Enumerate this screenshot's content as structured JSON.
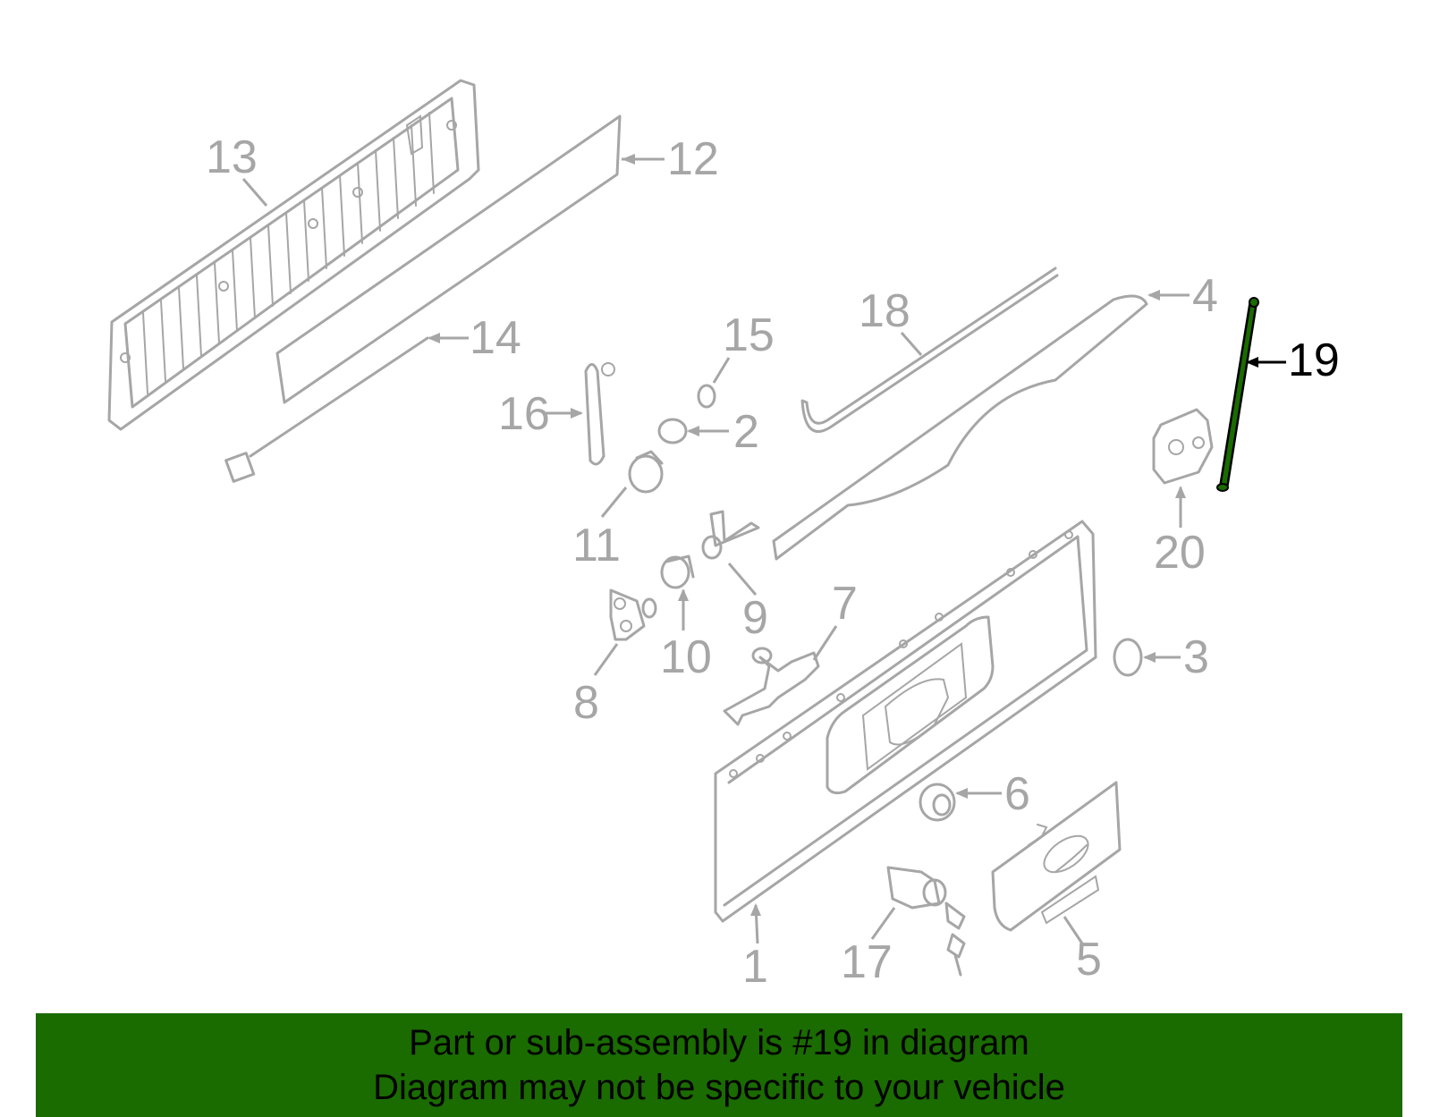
{
  "colors": {
    "part_stroke": "#a6a6a6",
    "highlight_fill": "#1a6b00",
    "highlight_stroke": "#000000",
    "banner_background": "#1a6b00",
    "banner_text": "#000000"
  },
  "callouts": {
    "c1": "1",
    "c2": "2",
    "c3": "3",
    "c4": "4",
    "c5": "5",
    "c6": "6",
    "c7": "7",
    "c8": "8",
    "c9": "9",
    "c10": "10",
    "c11": "11",
    "c12": "12",
    "c13": "13",
    "c14": "14",
    "c15": "15",
    "c16": "16",
    "c17": "17",
    "c18": "18",
    "c19": "19",
    "c20": "20"
  },
  "highlighted_part": "19",
  "banner": {
    "line1": "Part or sub-assembly is #19 in diagram",
    "line2": "Diagram may not be specific to your vehicle"
  }
}
